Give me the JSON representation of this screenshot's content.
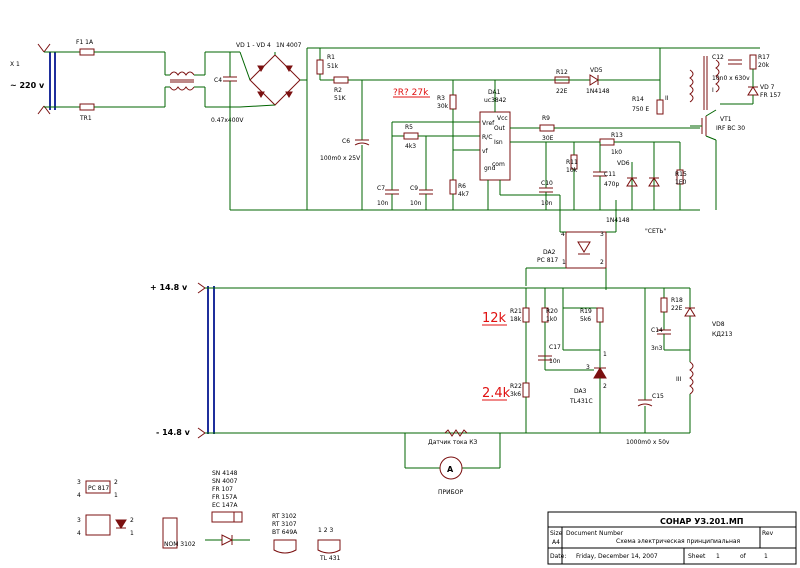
{
  "input": {
    "connector": "X 1",
    "voltage": "~ 220 v",
    "fuse": "F1 1A",
    "tr": "TR1"
  },
  "labels": {
    "vd1_4": "VD 1 - VD 4",
    "n4007": "1N 4007",
    "c4": "C4",
    "c4v": "0.47x400V",
    "r1": "R1",
    "r1v": "51k",
    "r2": "R2",
    "r2v": "51K",
    "r3": "R3",
    "r3v": "30k",
    "r3q": "?R? 27k",
    "r5": "R5",
    "r5v": "4k3",
    "r6": "R6",
    "r6v": "4k7",
    "c6": "C6",
    "c6v": "100m0 x 25V",
    "c7": "C7",
    "c7v": "10n",
    "c9": "C9",
    "c9v": "10n",
    "c10": "C10",
    "c10v": "10n",
    "da1": "DA1",
    "da1t": "uc3842",
    "pin_vref": "Vref",
    "pin_rc": "R/C",
    "pin_vf": "vf",
    "pin_gnd": "gnd",
    "pin_com": "com",
    "pin_out": "Out",
    "pin_isen": "Isn",
    "pin_vcc": "Vcc",
    "r12": "R12",
    "r12v": "22E",
    "vd5": "VD5",
    "vd5v": "1N4148",
    "r9": "R9",
    "r9v": "30E",
    "r13": "R13",
    "r13v": "1k0",
    "r11": "R11",
    "r11v": "10k",
    "c11": "C11",
    "c11v": "470p",
    "vd6": "VD6",
    "vd6v": "1N4148",
    "set": "\"СЕТЬ\"",
    "r14": "R14",
    "r14v": "750 E",
    "r15": "R15",
    "r15v": "1E0",
    "c12": "C12",
    "c12v": "10n0 x 630v",
    "r17": "R17",
    "r17v": "20k",
    "vd7": "VD 7",
    "vd7v": "FR 157",
    "vt1": "VT1",
    "vt1v": "IRF BC 30",
    "da2": "DA2",
    "da2v": "PC 817",
    "plus": "+ 14.8 v",
    "minus": "- 14.8 v",
    "r21": "R21",
    "r21v": "18k",
    "r21n": "12k",
    "r20": "R20",
    "r20v": "1k0",
    "r19": "R19",
    "r19v": "5k6",
    "c17": "C17",
    "c17v": "10n",
    "r22": "R22",
    "r22v": "3k6",
    "r22n": "2.4k",
    "da3": "DA3",
    "da3v": "TL431C",
    "r18": "R18",
    "r18v": "22E",
    "vd8": "VD8",
    "vd8v": "КД213",
    "c14": "C14",
    "c14v": "3n3",
    "c15": "C15",
    "c15v": "1000m0 x 50v",
    "roman2": "II",
    "roman3": "III",
    "shunt": "Датчик тока КЗ",
    "meter": "ПРИБОР",
    "meter_sym": "A"
  },
  "legend": {
    "pc817": "PC 817",
    "diodes": [
      "SN 4148",
      "SN 4007",
      "FR 107",
      "FR 157A",
      "EC 147A"
    ],
    "to220": [
      "RT 3102",
      "RT 3107",
      "BT 649A"
    ],
    "tl431": "TL 431",
    "chip_pin": "NOM 3102"
  },
  "title_block": {
    "title": "СОНАР УЗ.201.МП",
    "size_lbl": "Size",
    "size": "A4",
    "docnum_lbl": "Document Number",
    "docnum": "Схема электрическая принципиальная",
    "rev_lbl": "Rev",
    "date_lbl": "Date:",
    "date": "Friday, December 14, 2007",
    "sheet_lbl": "Sheet",
    "sheet": "1",
    "of_lbl": "of",
    "of": "1"
  }
}
